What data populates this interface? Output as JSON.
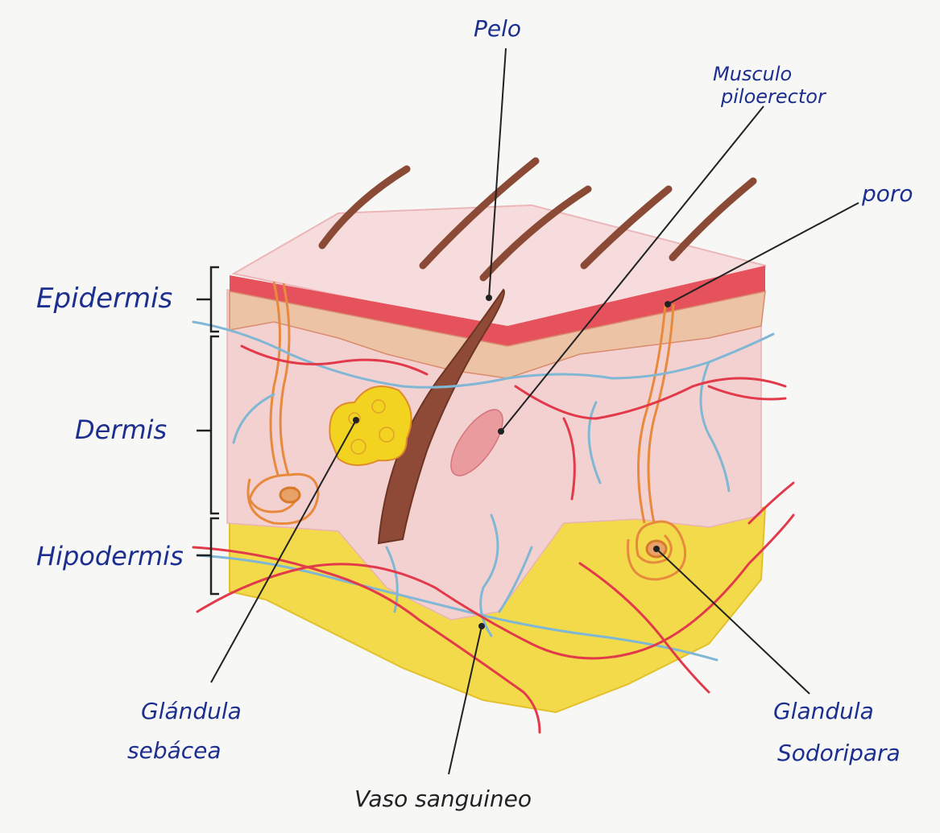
{
  "labels": {
    "pelo": "Pelo",
    "musculo_line1": "Musculo",
    "musculo_line2": "piloerector",
    "poro": "poro",
    "epidermis": "Epidermis",
    "dermis": "Dermis",
    "hipodermis": "Hipodermis",
    "glandula_sebacea_line1": "Glándula",
    "glandula_sebacea_line2": "sebácea",
    "glandula_sudoripara_line1": "Glandula",
    "glandula_sudoripara_line2": "Sodoripara",
    "vaso_sanguineo": "Vaso sanguineo"
  },
  "colors": {
    "label_ink": "#1c2f8f",
    "leader_line": "#222222",
    "skin_pink": "#f3c9c9",
    "epidermis_red": "#e0434f",
    "fat_yellow": "#f0d43a",
    "hair_brown": "#8a4a35",
    "vein_blue": "#7fb7d4",
    "artery_red": "#e23a4a",
    "gland_orange": "#e88a3e"
  }
}
